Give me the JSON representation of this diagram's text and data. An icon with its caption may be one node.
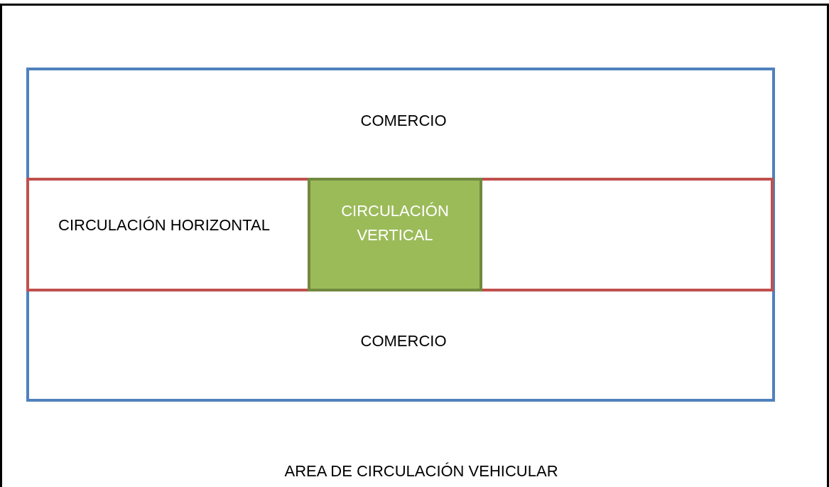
{
  "diagram": {
    "nodes": [
      {
        "text": [
          "AREA DE CIRCULACIÓN VEHICULAR"
        ]
      },
      {
        "text": [
          "COMERCIO",
          "COMERCIO"
        ],
        "in": 0
      },
      {
        "text": [
          "CIRCULACIÓN HORIZONTAL"
        ],
        "in": 1
      },
      {
        "text": [
          "CIRCULACIÓN VERTICAL"
        ],
        "in": 2
      }
    ]
  }
}
